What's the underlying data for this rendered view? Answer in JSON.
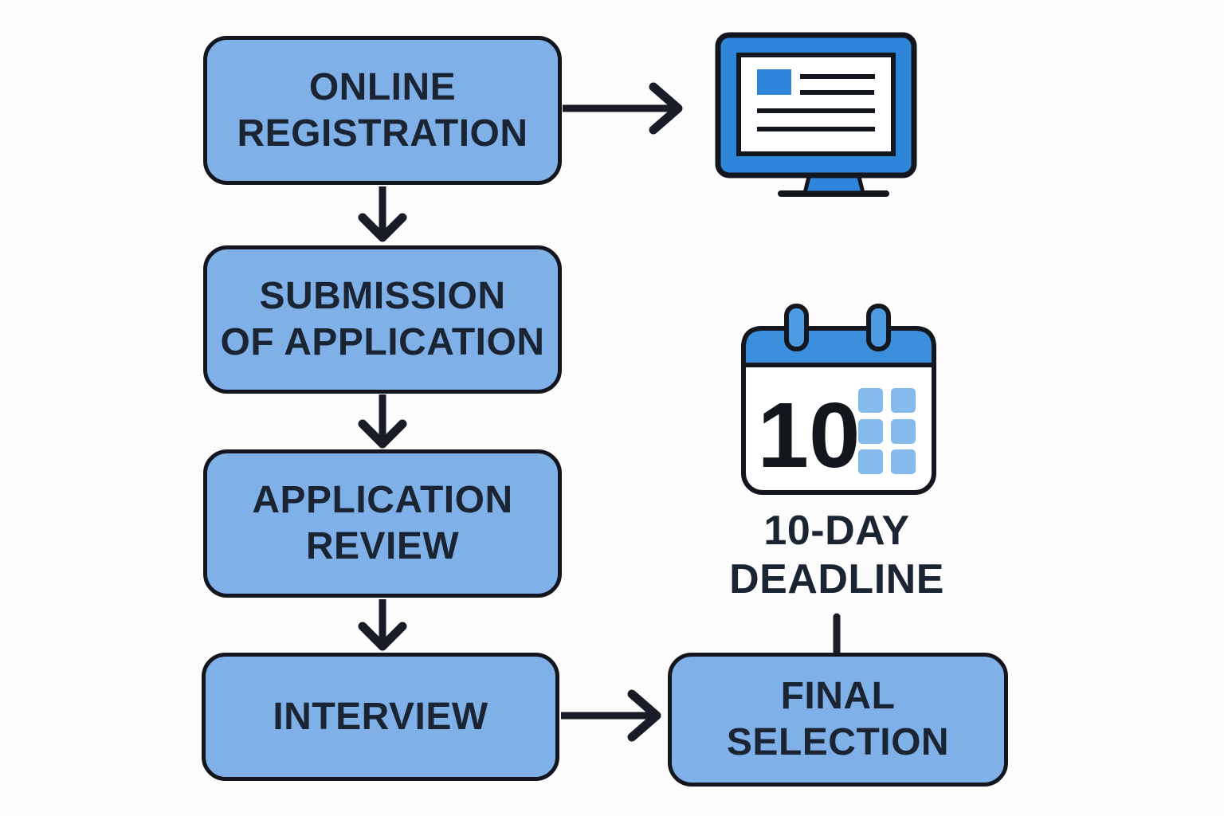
{
  "flow": {
    "boxes": [
      {
        "id": "online-registration",
        "lines": [
          "ONLINE",
          "REGISTRATION"
        ]
      },
      {
        "id": "submission-of-application",
        "lines": [
          "SUBMISSION",
          "OF APPLICATION"
        ]
      },
      {
        "id": "application-review",
        "lines": [
          "APPLICATION",
          "REVIEW"
        ]
      },
      {
        "id": "interview",
        "lines": [
          "INTERVIEW"
        ]
      },
      {
        "id": "final-selection",
        "lines": [
          "FINAL",
          "SELECTION"
        ]
      }
    ],
    "connections": [
      "online-registration -> monitor-icon",
      "online-registration -> submission-of-application",
      "submission-of-application -> application-review",
      "application-review -> interview",
      "interview -> final-selection",
      "10-day-deadline -> final-selection"
    ]
  },
  "deadline": {
    "calendar_day": "10",
    "label_lines": [
      "10-DAY",
      "DEADLINE"
    ]
  },
  "icons": {
    "monitor": "computer-monitor-icon",
    "calendar": "calendar-icon"
  },
  "colors": {
    "box_fill": "#7FB1E8",
    "outline": "#14161e",
    "text": "#1a2433",
    "icon_blue": "#2E86DB",
    "calendar_header_blue": "#3B8EDC",
    "calendar_grid_blue": "#85BAEC",
    "background": "#fcfcfc"
  }
}
